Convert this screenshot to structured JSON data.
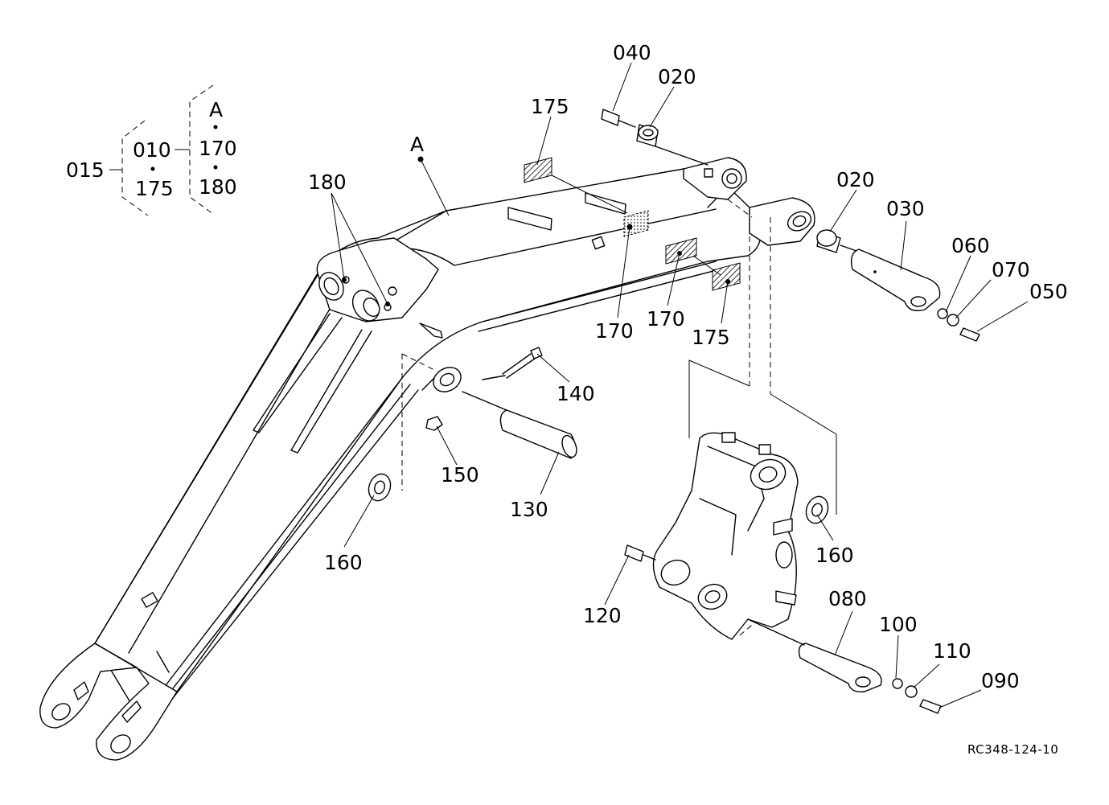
{
  "drawing": {
    "code": "RC348-124-10"
  },
  "legend": {
    "assembly": "015",
    "group1_top": "010",
    "group1_bottom": "175",
    "group2_top": "A",
    "group2_mid": "170",
    "group2_bottom": "180"
  },
  "callouts": {
    "A": "A",
    "p040": "040",
    "p020a": "020",
    "p020b": "020",
    "p030": "030",
    "p060": "060",
    "p070": "070",
    "p050": "050",
    "p175a": "175",
    "p175b": "175",
    "p170a": "170",
    "p170b": "170",
    "p180": "180",
    "p140": "140",
    "p150": "150",
    "p130": "130",
    "p160a": "160",
    "p160b": "160",
    "p120": "120",
    "p080": "080",
    "p100": "100",
    "p110": "110",
    "p090": "090"
  }
}
